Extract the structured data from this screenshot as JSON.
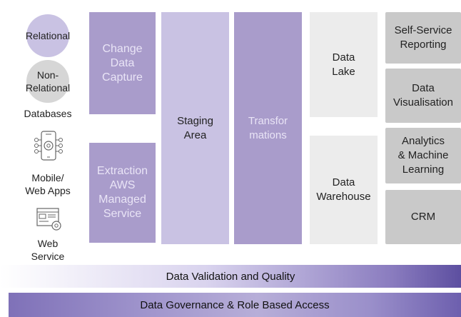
{
  "sources": {
    "relational": "Relational",
    "non_relational": "Non-\nRelational",
    "databases": "Databases",
    "mobile_web_apps": "Mobile/\nWeb Apps",
    "web_service": "Web\nService"
  },
  "ingestion": {
    "change_data_capture": "Change\nData\nCapture",
    "extraction": "Extraction\nAWS\nManaged\nService"
  },
  "staging": {
    "label": "Staging\nArea"
  },
  "transformations": {
    "label": "Transfor\nmations"
  },
  "storage": {
    "data_lake": "Data\nLake",
    "data_warehouse": "Data\nWarehouse"
  },
  "consumption": {
    "self_service": "Self-Service\nReporting",
    "visualisation": "Data\nVisualisation",
    "analytics": "Analytics\n& Machine\nLearning",
    "crm": "CRM"
  },
  "bands": {
    "validation": "Data Validation and Quality",
    "governance": "Data Governance & Role Based Access"
  },
  "colors": {
    "purple_block": "#a99ccb",
    "light_purple": "#c9c2e3",
    "storage_gray": "#ececec",
    "consumption_gray": "#c9c9c9"
  }
}
